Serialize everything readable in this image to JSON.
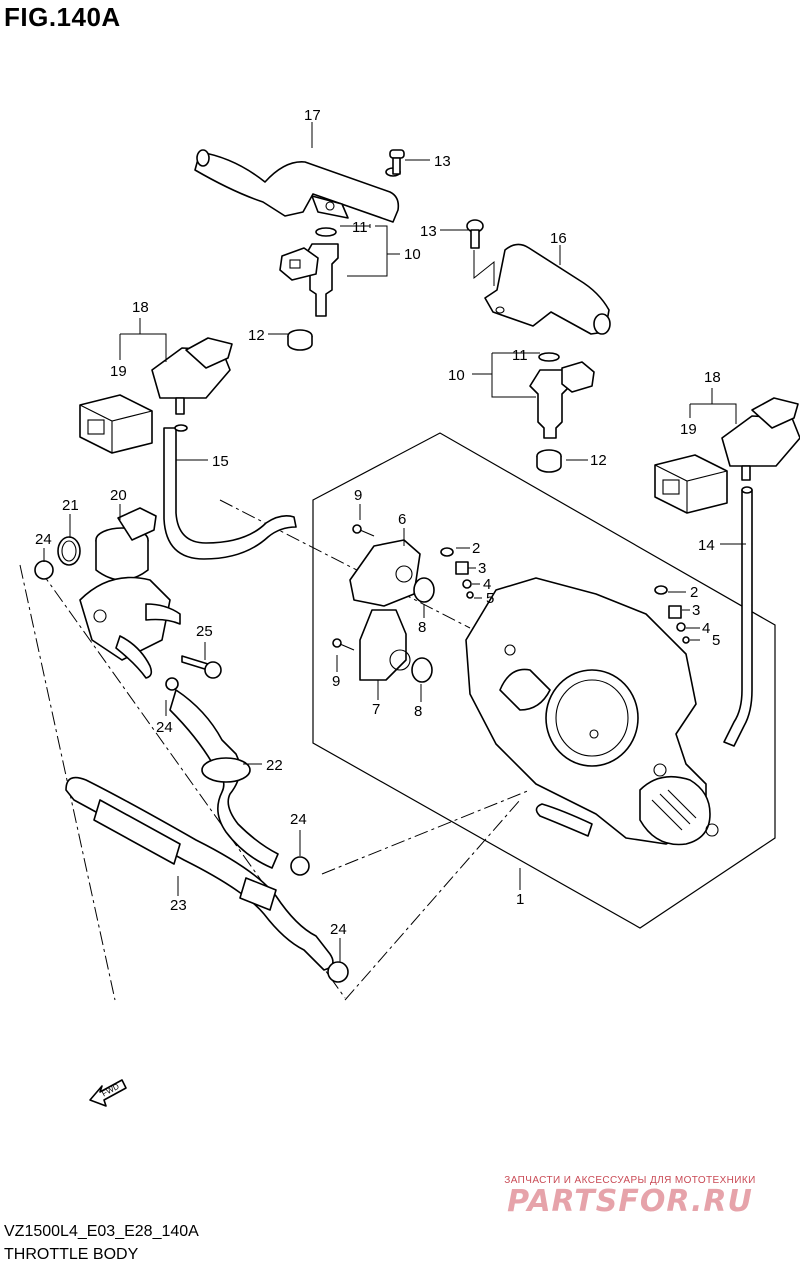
{
  "figure": {
    "title": "FIG.140A"
  },
  "footer": {
    "model_code": "VZ1500L4_E03_E28_140A",
    "caption": "THROTTLE BODY"
  },
  "watermark": {
    "tagline": "ЗАПЧАСТИ И АКСЕССУАРЫ ДЛЯ МОТОТЕХНИКИ",
    "brand": "PARTSFOR.RU"
  },
  "arrow": {
    "label": "FWD"
  },
  "callouts": {
    "c1": "1",
    "c2a": "2",
    "c2b": "2",
    "c3a": "3",
    "c3b": "3",
    "c4a": "4",
    "c4b": "4",
    "c5a": "5",
    "c5b": "5",
    "c6": "6",
    "c7": "7",
    "c8a": "8",
    "c8b": "8",
    "c9a": "9",
    "c9b": "9",
    "c10a": "10",
    "c10b": "10",
    "c11a": "11",
    "c11b": "11",
    "c12a": "12",
    "c12b": "12",
    "c13a": "13",
    "c13b": "13",
    "c14": "14",
    "c15": "15",
    "c16": "16",
    "c17": "17",
    "c18a": "18",
    "c18b": "18",
    "c19a": "19",
    "c19b": "19",
    "c20": "20",
    "c21": "21",
    "c22": "22",
    "c23": "23",
    "c24a": "24",
    "c24b": "24",
    "c24c": "24",
    "c24d": "24",
    "c25": "25"
  }
}
